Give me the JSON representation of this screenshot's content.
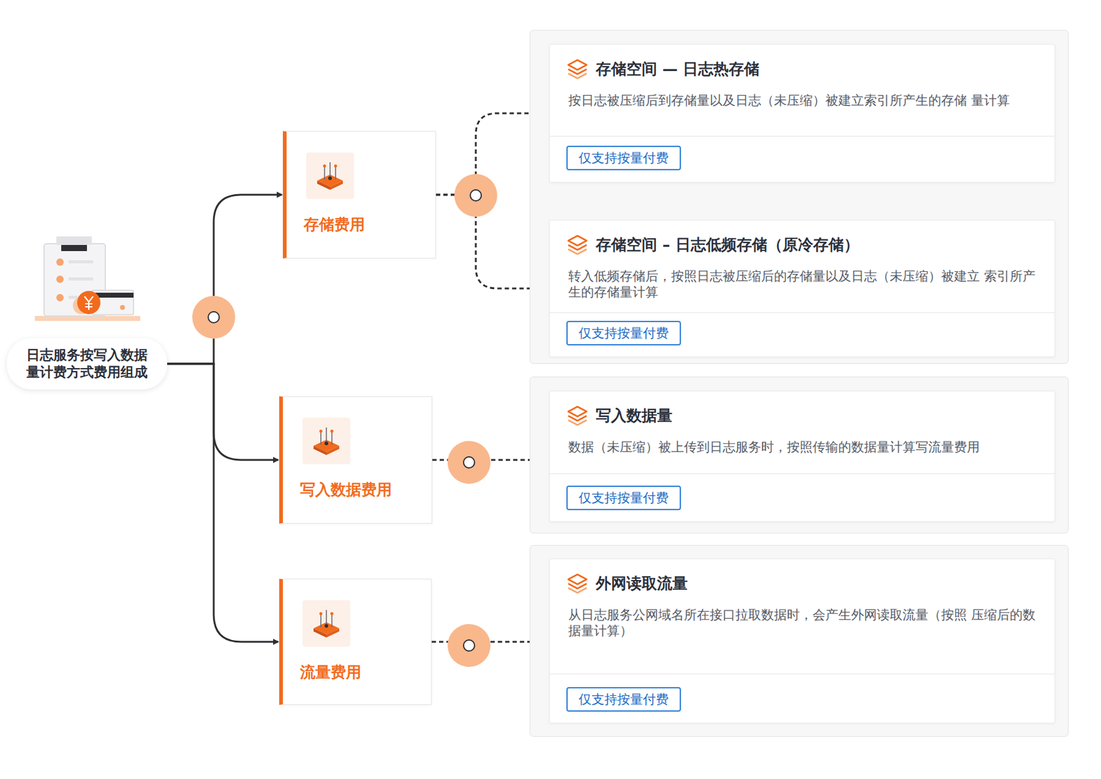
{
  "diagram": {
    "nodes": [
      {
        "text": [
          "日志服务按写入数据 量计费方式费用组成"
        ]
      },
      {
        "text": [
          "存储费用"
        ]
      },
      {
        "text": [
          "写入数据费用"
        ]
      },
      {
        "text": [
          "流量费用"
        ]
      },
      {
        "text": [
          "存储空间 — 日志热存储",
          "按日志被压缩后到存储量以及日志（未压缩）被建立索引所产生的存储 量计算"
        ]
      },
      {
        "text": [
          "仅支持按量付费"
        ],
        "in": 4
      },
      {
        "text": [
          "存储空间 – 日志低频存储（原冷存储）",
          "转入低频存储后，按照日志被压缩后的存储量以及日志（未压缩）被建立 索引所产生的存储量计算"
        ]
      },
      {
        "text": [
          "仅支持按量付费"
        ],
        "in": 6
      },
      {
        "text": [
          "写入数据量",
          "数据（未压缩）被上传到日志服务时，按照传输的数据量计算写流量费用"
        ]
      },
      {
        "text": [
          "仅支持按量付费"
        ],
        "in": 8
      },
      {
        "text": [
          "外网读取流量",
          "从日志服务公网域名所在接口拉取数据时，会产生外网读取流量（按照 压缩后的数据量计算）"
        ]
      },
      {
        "text": [
          "仅支持按量付费"
        ],
        "in": 10
      }
    ],
    "edges": [
      {
        "from": 0,
        "to": 1,
        "arrow": "to"
      },
      {
        "from": 0,
        "to": 2,
        "arrow": "to"
      },
      {
        "from": 0,
        "to": 3,
        "arrow": "to"
      },
      {
        "from": 1,
        "to": 4,
        "arrow": "to"
      },
      {
        "from": 1,
        "to": 6,
        "arrow": "to"
      },
      {
        "from": 2,
        "to": 8,
        "arrow": "to"
      },
      {
        "from": 3,
        "to": 10,
        "arrow": "to"
      }
    ]
  }
}
